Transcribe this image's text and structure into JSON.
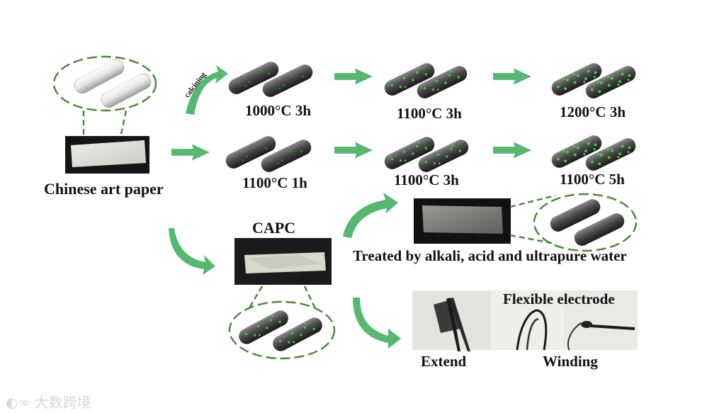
{
  "source": {
    "label": "Chinese art paper"
  },
  "calcining_label": "calcining",
  "row1": [
    {
      "label": "1000°C 3h"
    },
    {
      "label": "1100°C 3h"
    },
    {
      "label": "1200°C 3h"
    }
  ],
  "row2": [
    {
      "label": "1100°C 1h"
    },
    {
      "label": "1100°C 3h"
    },
    {
      "label": "1100°C 5h"
    }
  ],
  "capc": {
    "label": "CAPC"
  },
  "treatment": {
    "label": "Treated by alkali, acid and ultrapure water"
  },
  "flexible": {
    "title": "Flexible electrode",
    "extend": "Extend",
    "winding": "Winding"
  },
  "watermark": "大数跨境",
  "colors": {
    "arrow": "#56b870",
    "dash": "#4e8a3a",
    "dot": "#3dd63d",
    "rod_dark": "#3a3a3a",
    "rod_light": "#f2f2f2"
  }
}
